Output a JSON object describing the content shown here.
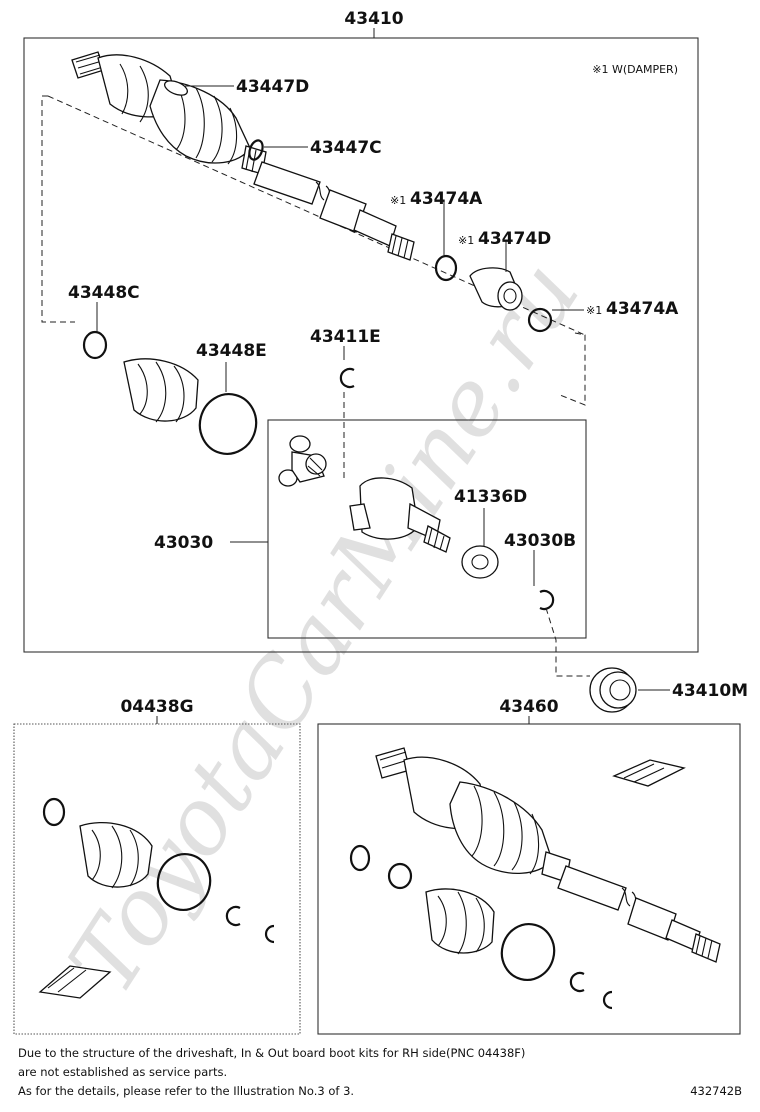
{
  "labels": {
    "main_assembly": "43410",
    "outer_boot_outboard": "43447D",
    "boot_clamp": "43447C",
    "damper_clamp_a_top": "43474A",
    "damper": "43474D",
    "damper_clamp_a_bottom": "43474A",
    "damper_mark_1": "※1",
    "damper_mark_2": "※1",
    "damper_mark_3": "※1",
    "inner_clamp": "43448C",
    "inner_boot_band": "43448E",
    "snap_ring": "43411E",
    "inboard_joint": "43030",
    "dust_seal": "41336D",
    "joint_snap_ring": "43030B",
    "bearing": "43410M",
    "boot_kit_lh": "04438G",
    "rh_shaft": "43460"
  },
  "legend_note": "※1 W(DAMPER)",
  "footnote": {
    "line1": "Due to the structure of the driveshaft, In & Out board boot kits for RH side(PNC 04438F)",
    "line2": "are not established as service parts.",
    "line3": "As for the details, please refer to the Illustration No.3 of 3."
  },
  "illustration_code": "432742B",
  "watermark": "ToyotaCarMine.ru"
}
